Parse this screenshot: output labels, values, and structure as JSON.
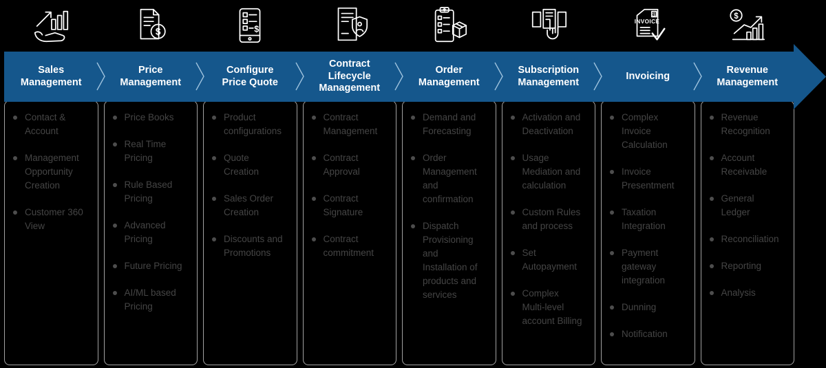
{
  "colors": {
    "background": "#000000",
    "banner_blue": "#15578c",
    "banner_text": "#ffffff",
    "item_text": "#454545",
    "bullet_dot": "#4d4d4d",
    "panel_border": "#a3a3a3",
    "chevron": "#9fc3de"
  },
  "stages": [
    {
      "title": "Sales Management",
      "icon": "hand-growth-chart-icon",
      "items": [
        "Contact & Account",
        "Management Opportunity Creation",
        "Customer 360 View"
      ]
    },
    {
      "title": "Price Management",
      "icon": "price-document-icon",
      "items": [
        "Price Books",
        "Real Time Pricing",
        "Rule Based Pricing",
        "Advanced Pricing",
        "Future Pricing",
        "AI/ML based Pricing"
      ]
    },
    {
      "title": "Configure Price Quote",
      "icon": "quote-form-icon",
      "items": [
        "Product configurations",
        "Quote Creation",
        "Sales Order Creation",
        "Discounts and Promotions"
      ]
    },
    {
      "title": "Contract Lifecycle Management",
      "icon": "contract-shield-icon",
      "items": [
        "Contract Management",
        "Contract Approval",
        "Contract Signature",
        "Contract commitment"
      ]
    },
    {
      "title": "Order Management",
      "icon": "order-checklist-icon",
      "items": [
        "Demand and Forecasting",
        "Order Management and confirmation",
        "Dispatch Provisioning and Installation of products and services"
      ]
    },
    {
      "title": "Subscription Management",
      "icon": "subscription-select-icon",
      "items": [
        "Activation and Deactivation",
        "Usage Mediation and calculation",
        "Custom Rules and process",
        "Set Autopayment",
        "Complex Multi-level account Billing"
      ]
    },
    {
      "title": "Invoicing",
      "icon": "invoice-check-icon",
      "items": [
        "Complex Invoice Calculation",
        "Invoice Presentment",
        "Taxation Integration",
        "Payment gateway integration",
        "Dunning",
        "Notification"
      ]
    },
    {
      "title": "Revenue Management",
      "icon": "revenue-growth-icon",
      "items": [
        "Revenue Recognition",
        "Account Receivable",
        "General Ledger",
        "Reconciliation",
        "Reporting",
        "Analysis"
      ]
    }
  ]
}
